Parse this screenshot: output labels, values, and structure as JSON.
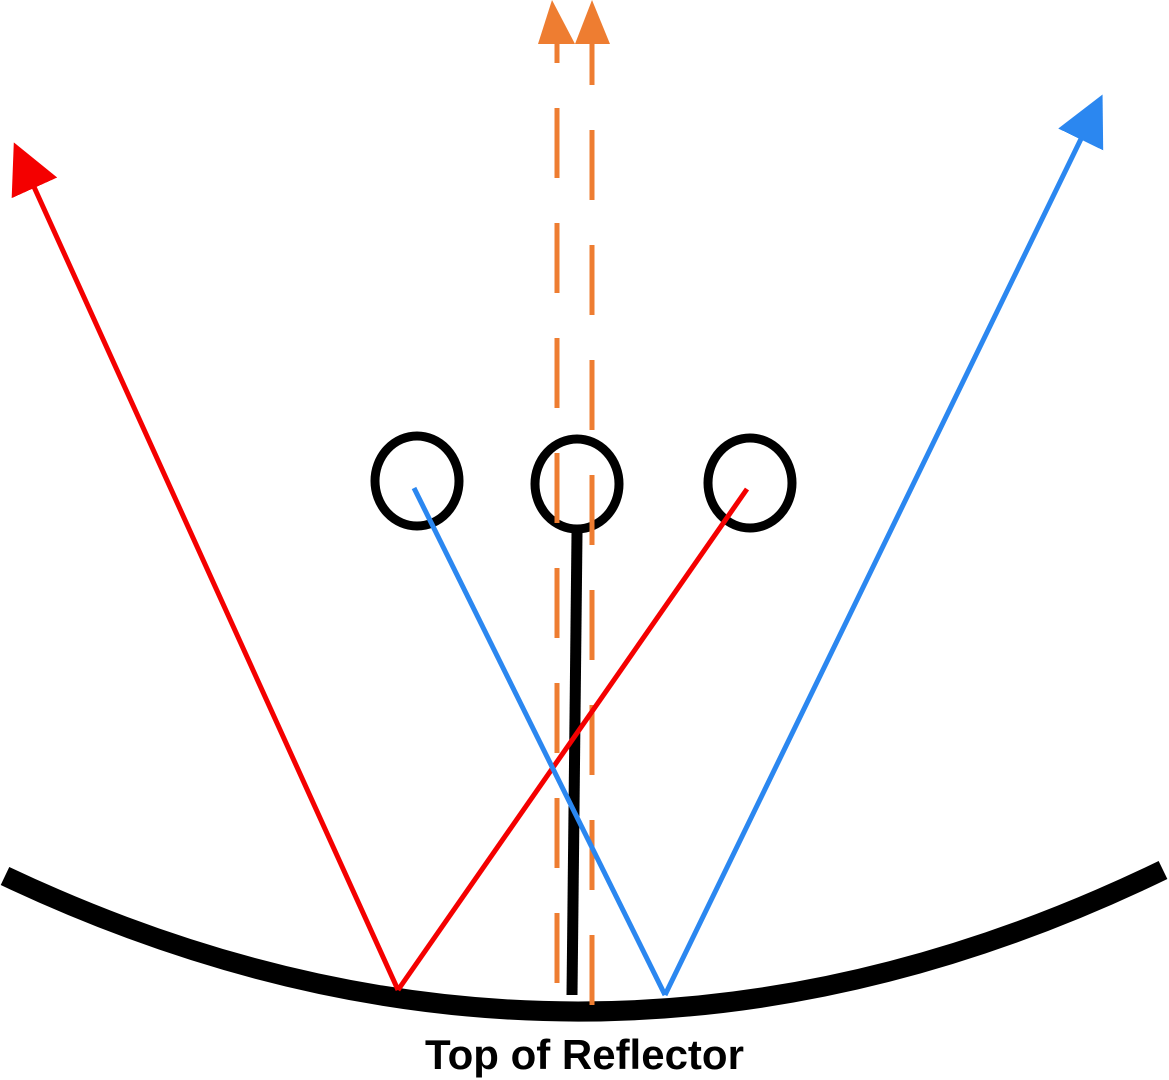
{
  "diagram": {
    "caption": "Top of Reflector",
    "colors": {
      "reflector": "#000000",
      "red_ray": "#f40000",
      "blue_ray": "#2b87f0",
      "orange_ray": "#ee7d31",
      "emitter": "#000000"
    },
    "elements": [
      "reflector-curve",
      "emitter-circle-left",
      "emitter-circle-center",
      "emitter-circle-right",
      "support-stem",
      "red-ray",
      "blue-ray",
      "orange-ray-pair"
    ]
  }
}
